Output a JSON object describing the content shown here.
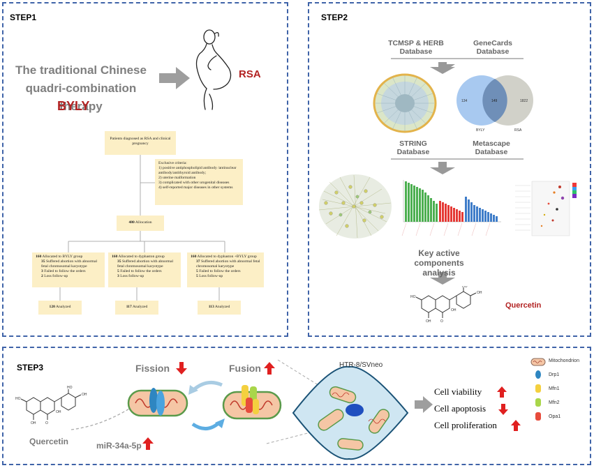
{
  "step1": {
    "label": "STEP1",
    "therapy_line1": "The traditional Chinese",
    "therapy_line2": "quadri-combination therapy",
    "drug": "BYLY",
    "disease": "RSA",
    "flow": {
      "start": "Patients diagnosed as RSA and clinical pregnancy",
      "exclusive_title": "Exclusive criteria:",
      "exclusive_items": [
        "1)    positive antiphospholipid antibody /antinuclear antibody/antithyroid antibody;",
        "2)    uterine malformation",
        "3)    complicated with other urogenital diseases",
        "4)    self-reported major diseases in other systems"
      ],
      "allocation_n": "480",
      "allocation_label": "Allocation",
      "groups": [
        {
          "n": "160",
          "label": "Allocated to BYLY group",
          "abort_n": "35",
          "abort": "Suffered abortion with abnormal fetal chromosomal karyotype",
          "fail_n": "3",
          "fail": "Failed to follow the orders",
          "loss_n": "2",
          "loss": "Loss follow-up",
          "analyzed_n": "120",
          "analyzed": "Analyzed"
        },
        {
          "n": "160",
          "label": "Allocated to dyphaston group",
          "abort_n": "35",
          "abort": "Suffered abortion with abnormal fetal chromosomal karyotype",
          "fail_n": "5",
          "fail": "Failed to follow the orders",
          "loss_n": "3",
          "loss": "Loss follow-up",
          "analyzed_n": "117",
          "analyzed": "Analyzed"
        },
        {
          "n": "160",
          "label": "Allocated to dyphaston +BYLY group",
          "abort_n": "37",
          "abort": "Suffered abortion with abnormal fetal chromosomal karyotype",
          "fail_n": "5",
          "fail": "Failed to follow the orders",
          "loss_n": "5",
          "loss": "Loss follow-up",
          "analyzed_n": "113",
          "analyzed": "Analyzed"
        }
      ]
    }
  },
  "step2": {
    "label": "STEP2",
    "db1": "TCMSP & HERB Database",
    "db2": "GeneCards Database",
    "venn": {
      "left": "134",
      "middle": "149",
      "right": "1822",
      "left_label": "BYLY",
      "right_label": "RSA"
    },
    "db3": "STRING Database",
    "db4": "Metascape Database",
    "key_line1": "Key active components",
    "key_line2": "analysis",
    "compound": "Quercetin"
  },
  "step3": {
    "label": "STEP3",
    "fission": "Fission",
    "fusion": "Fusion",
    "cell_line": "HTR-8/SVneo",
    "compound": "Quercetin",
    "mirna": "miR-34a-5p",
    "outcomes": [
      "Cell viability",
      "Cell apoptosis",
      "Cell proliferation"
    ],
    "legend": [
      "Mitochondrion",
      "Drp1",
      "Mfn1",
      "Mfn2",
      "Opa1"
    ]
  },
  "colors": {
    "dash_border": "#3f63a8",
    "accent_red": "#b22222",
    "flow_box": "#fcefc6",
    "arrow_grey": "#9e9e9e",
    "cell_fill": "#cfe6f2"
  }
}
